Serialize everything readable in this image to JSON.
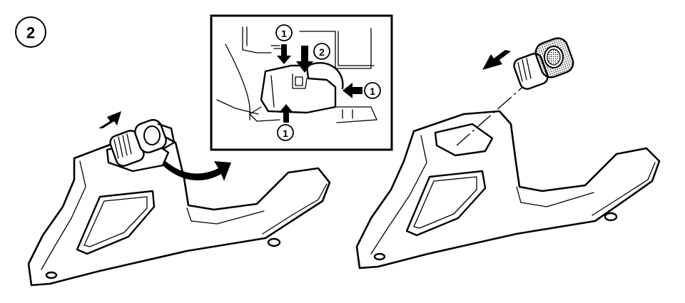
{
  "step_number": "2",
  "callouts": {
    "clip_pawl": "1",
    "release_push": "2"
  },
  "icons": {
    "step_badge": "circled-number-icon",
    "push_arrow": "arrow-icon",
    "curved_arrow": "curved-arrow-icon"
  },
  "colors": {
    "line": "#000000",
    "background": "#ffffff"
  }
}
